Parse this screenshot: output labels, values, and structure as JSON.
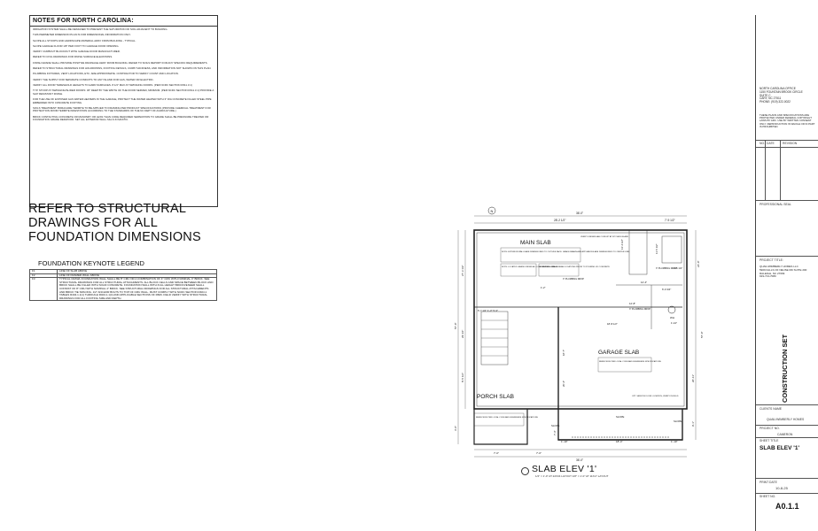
{
  "notes": {
    "title": "NOTES FOR NORTH CAROLINA:",
    "items": [
      "IRRIGATION SYSTEM SHALL BE DESIGNED TO PREVENT THE SATURATION OF SOIL ADJACENT TO BUILDING.",
      "THIS PERIMETER DIMENSION PLAN IS FOR DIMENSIONAL INFORMATION ONLY.",
      "SLOPE ALL STOOPS AND HARDSCAPE MATERIAL AWAY FROM BUILDING - TYPICAL.",
      "SLOPE GARAGE FLOOR 1/8\" PER FOOT TO GARAGE DOOR OPENING.",
      "VERIFY CURBOUT BLOCKOUT WITH GARAGE DOOR MANUFACTURER.",
      "REFER TO CIVIL DRAWINGS FOR FINISH SURFACE ELEVATIONS.",
      "FINISH GRADE SHALL PROVIDE POSITIVE DRAINAGE AWAY FROM BUILDING. REFER TO SOILS REPORT FOR ANY SPECIFIC REQUIREMENTS.",
      "REFER TO STRUCTURAL DRAWINGS FOR HOLDDOWNS, FOOTING DETAILS, CURB THICKNESS, AND INFORMATION NOT SHOWN ON THIS PLAN.",
      "PLUMBING FIXTURES, VENT LOCATIONS, ETC. ARE APPROXIMATE. CONTRACTOR TO VERIFY COUNT AND LOCATION.",
      "VERIFY THE SUPPLY FOR SEPARATE CONDUITS TO ANY ISLAND FOR GAS, WATER OR ELECTRIC.",
      "VERIFY ALL DOOR THRESHOLD HEIGHTS TO HARD SURFACES. 8 1/4\" MAX AT SWINGING DOORS. (PER NCRC SECTION R311.3.1)",
      "TYP. STOOP AT SWINGING/SLIDER DOORS: 36\" DEEP BY THE WIDTH OF THE DOOR SERVED, MINIMUM. (PER NCRC SECTION R311.3.1) PROVIDE A SLIP RESISTANT FINISH.",
      "FOR THE USE OF EXPOSED GAS WATER HEATERS IN THE GARAGE, PROTECT THE WATER HEATER WITH 3\" DIA CONCRETE FILLED STEEL PIPE EMBEDDED INTO CONCRETE FOOTING.",
      "SOILS TREATMENT: BORACARE TERMITE TO BE APPLIED TO FRAMING PER PRODUCT SPECIFICATIONS (PROVIDE CHEMICAL TREATMENT FOR PROTECTION FROM TERMITE INFESTATION ACCORDING TO THE STANDARDS OF THE NC DEPT OF AGRICULTURE.)",
      "BRICK CONTACTING CONCRETE OR MASONRY OR LESS THAN CODE REQUIRED SEPARATION TO GRADE SHALL BE PRESSURE TREATED OR FOUNDATION GRADE REDWOOD. SET ALL EXTERIOR WALL SILLS IN MASTIC."
    ]
  },
  "big_note": [
    "REFER TO STRUCTURAL",
    "DRAWINGS FOR ALL",
    "FOUNDATION DIMENSIONS"
  ],
  "legend": {
    "title": "FOUNDATION KEYNOTE LEGEND",
    "rows": [
      {
        "key": "F1",
        "text": "LINE OF SLAB ABOVE"
      },
      {
        "key": "F2",
        "text": "LINE OF FRAMED WALL ABOVE"
      },
      {
        "key": "F3",
        "text": "TYPICAL CRAWL FOUNDATION WALL SHALL BE 8\" CMU OR A COMBINATION OF 4\" CMU WITH NOMINAL 4\" BRICK. SEE STRUCTURAL DRAWINGS FOR ALL STRUCTURAL ATTACHMENTS. ALL BLOCK CELLS AND SPACE BETWEEN BLOCK AND BRICK SHALL BE FILLED WITH SOLID CONCRETE. FOUNDATION WALL WITH FULL HEIGHT BRICK/VENEER SHALL CONSIST OF 8\" CMU WITH NOMINAL 4\" BRICK. SEE STRUCTURAL DRAWINGS FOR ALL STRUCTURAL ATTACHMENTS AND BRICK TIE SPACING. 1/2\" ANCHOR BOLTS TO TOP OF CMU WALL. MUST COMPLY WITH NCRC SECTION R404.1 TABLES R404.1.1(1) THROUGH R404.1.1(4) AND APPLICABLE SECTIONS OF R606. FIELD VERIFY WITH STRUCTURAL DRAWINGS FOR ALL FOOTING SIZE AND DEPTH."
      }
    ]
  },
  "plan": {
    "title": "SLAB ELEV '1'",
    "subtitle": "1/4\" = 1'-0\" AT 22X34 LAYOUT 1/8\" = 1'-0\" AT 11X17 LAYOUT",
    "north_mark": "N",
    "labels": {
      "main_slab": "MAIN SLAB",
      "garage_slab": "GARAGE SLAB",
      "porch_slab": "PORCH SLAB",
      "main_note": "NOTE: EXTERIOR WALLS ARE DIMENSIONED TO OUTSIDE FACE. GRADE BEAMS AND APPLIANCES ARE DIMENSIONED TO CENTER LINE.",
      "grade_note": "NOTE: LOCATED GRADE UNDER ALL LOAD BEARING WALLS",
      "verify_note": "VERIFY ALL GRADE BEAM LOCATIONS PRIOR TO POURING OF CONCRETE",
      "conduit_note": "VERIFY UNDERSLAB CONDUIT AT KITCHEN ISLAND",
      "garage_note": "REINFORCE PER LOCAL CODE AND ENGINEERS SPECIFICATIONS",
      "porch_note": "REINFORCE PER LOCAL CODE AND ENGINEERS SPECIFICATIONS",
      "service_note": "OPT. SERVICE DOOR LOCATION, VERIFY IN FIELD",
      "plumbing_drop_1": "3\" PLUMBING DROP",
      "plumbing_drop_2": "3\" PLUMBING DROP",
      "plumbing_drop_3": "3\" PLUMBING DROP",
      "slope_1": "SLOPE",
      "slope_2": "SLOPE",
      "slope_3": "SLOPE",
      "wh": "WH"
    },
    "dims": {
      "top_overall": "36'-0\"",
      "top_left": "28'-2 1/2\"",
      "top_right": "7'-9 1/2\"",
      "bottom_overall": "36'-0\"",
      "bottom_a": "7'-0\"",
      "bottom_b": "7'-0\"",
      "bottom_c": "1'-10\"",
      "bottom_d": "18'-4\"",
      "bottom_e": "1'-10\"",
      "left_1": "27'-3 1/2\"",
      "left_2": "29'-10\"",
      "left_3": "57'-0\"",
      "left_4": "8'-5 1/2\"",
      "left_5": "3'-0\"",
      "right_1": "24'-0\"",
      "right_2": "20'-11\"",
      "right_3": "57'-0\"",
      "right_4": "9'-1\"",
      "mid_1": "6'-7 1/2\" 1'-3\" 5'-3\"",
      "mid_2": "18'-8 1/2\"",
      "mid_3": "12'-4\"",
      "mid_4": "12'-8\"",
      "mid_5": "4'-6 1/2\"",
      "mid_6": "6'-0 3/4\"",
      "mid_7": "1'-10\"",
      "mid_8": "20'-4\"",
      "mid_9": "18'-7\"",
      "mid_10": "13'-4 1/2\"",
      "mid_11": "11'-5 1/2\"",
      "mid_12": "1'-2\"",
      "mid_13": "7'-4\""
    }
  },
  "title_block": {
    "office": [
      "NORTH CAROLINA OFFICE",
      "1150 FOUNTAIN BROOK CIRCLE",
      "SUITE C",
      "CARY, NC 27511",
      "PHONE: (919) 322-0022"
    ],
    "copyright": "THESE PLANS AND SPECIFICATIONS ARE PROTECTED UNDER FEDERAL COPYRIGHT LAWS BY ARC. USE BY WRITTEN CONSENT ONLY. REPRODUCTION IN WHOLE OR IN PART IS PROHIBITED.",
    "no_label": "NO.",
    "date_label": "DATE",
    "revision_label": "REVISION",
    "seal_label": "PROFESSIONAL SEAL",
    "project_title_label": "PROJECT TITLE:",
    "project_title": [
      "QUAIL/WIMBERLY HOMES LLC",
      "5909 FALLS OF NEUSE RD SUITE 200",
      "RALEIGH, NC 27609",
      "919-713-7080"
    ],
    "construction_set": "CONSTRUCTION SET",
    "clients_name_label": "CLIENTS NAME",
    "clients_name": "QUAIL/WIMBERLY HOMES",
    "project_no_label": "PROJECT NO.",
    "project_no": "CAMERON",
    "sheet_title_label": "SHEET TITLE",
    "sheet_title": "SLAB ELEV '1'",
    "print_date_label": "PRINT DATE",
    "print_date": "10-8-25",
    "sheet_no_label": "SHEET NO.",
    "sheet_no": "A0.1.1"
  }
}
